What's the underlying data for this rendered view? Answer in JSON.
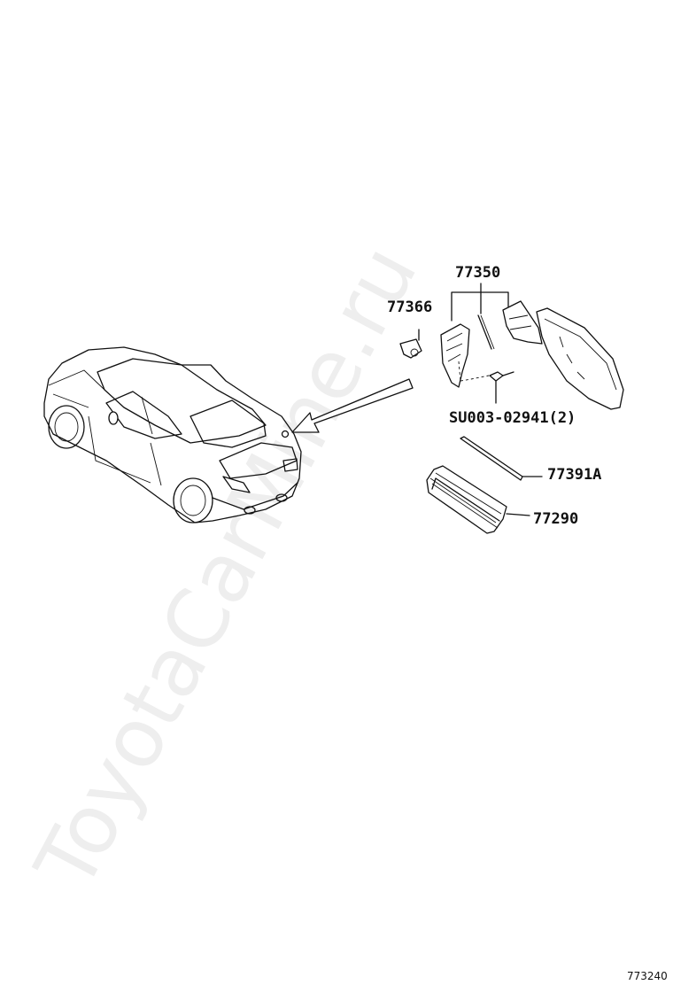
{
  "watermark": "ToyotaCarMine.ru",
  "figure_number": "773240",
  "parts": {
    "fuel_door_hinge_assy": "77350",
    "fuel_door_lock": "77366",
    "rivet": "SU003-02941(2)",
    "fuel_lid_seal": "77391A",
    "fuel_inlet_box": "77290"
  }
}
